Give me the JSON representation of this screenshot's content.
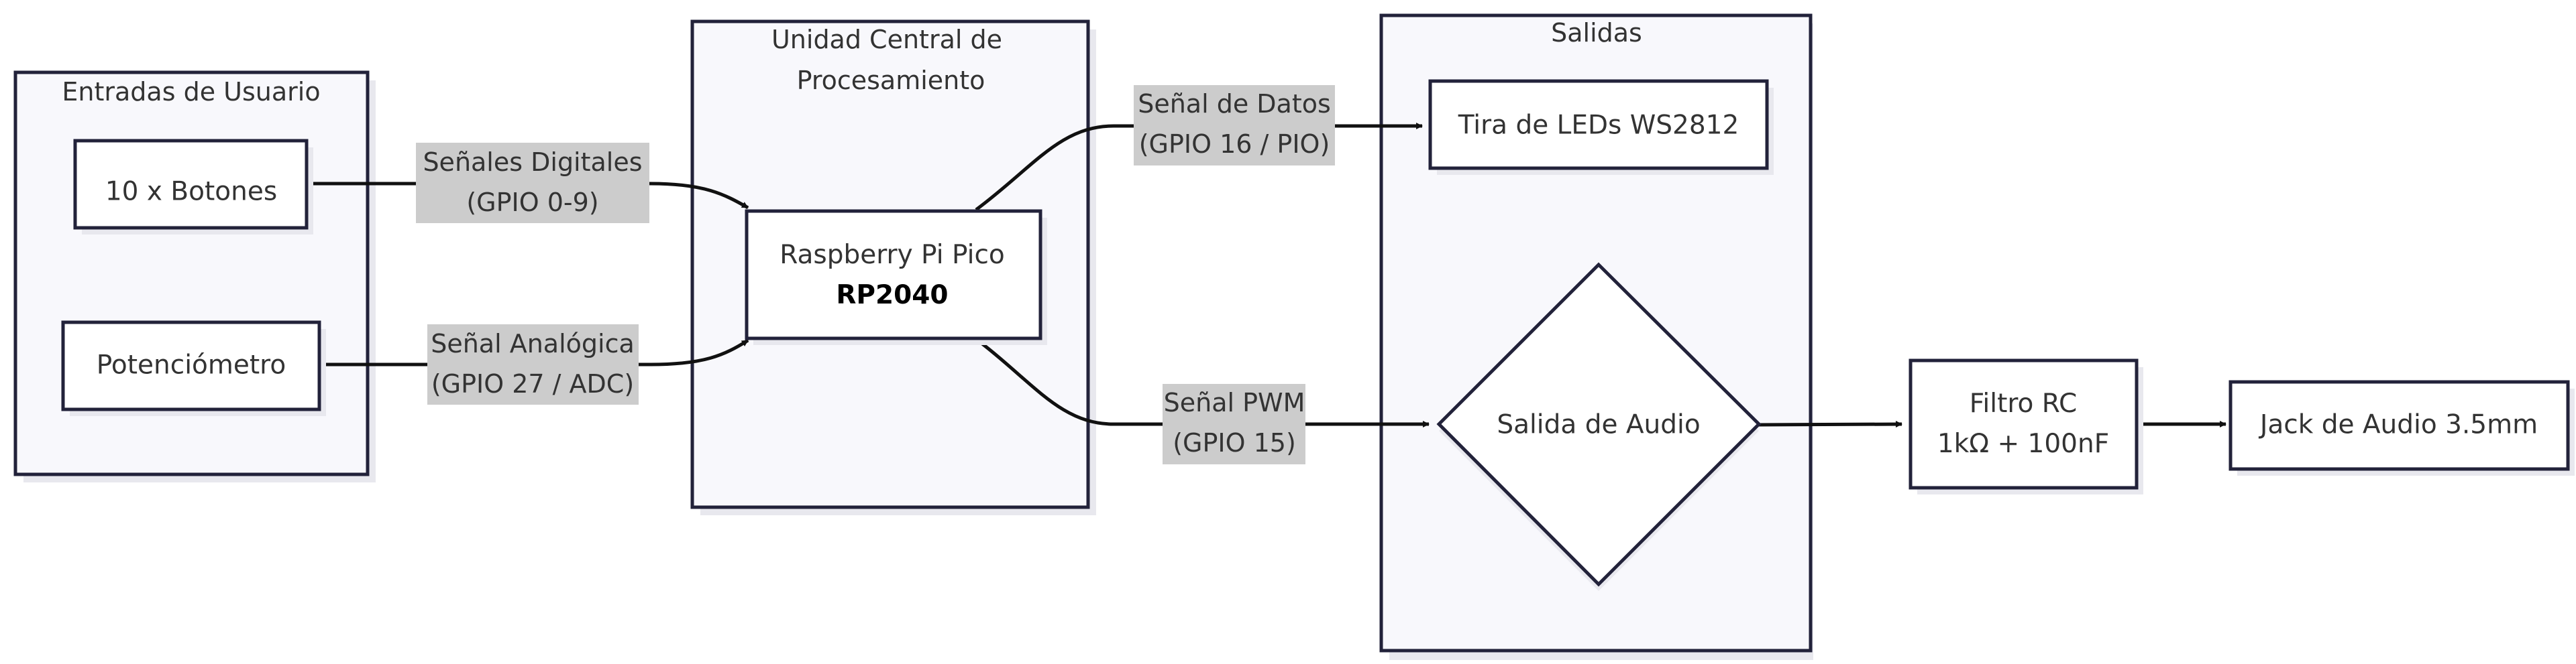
{
  "clusters": {
    "inputs": {
      "title": "Entradas de Usuario"
    },
    "cpu": {
      "title_line1": "Unidad Central de",
      "title_line2": "Procesamiento"
    },
    "outputs": {
      "title": "Salidas"
    }
  },
  "nodes": {
    "buttons": {
      "label": "10 x Botones"
    },
    "potentiometer": {
      "label": "Potenciómetro"
    },
    "pico": {
      "line1": "Raspberry Pi Pico",
      "line2": "RP2040"
    },
    "leds": {
      "label": "Tira de LEDs WS2812"
    },
    "audio_out": {
      "label": "Salida de Audio"
    },
    "filter": {
      "line1": "Filtro RC",
      "line2": "1kΩ + 100nF"
    },
    "jack": {
      "label": "Jack de Audio 3.5mm"
    }
  },
  "edges": {
    "digital": {
      "line1": "Señales Digitales",
      "line2": "(GPIO 0-9)"
    },
    "analog": {
      "line1": "Señal Analógica",
      "line2": "(GPIO 27 / ADC)"
    },
    "data": {
      "line1": "Señal de Datos",
      "line2": "(GPIO 16 / PIO)"
    },
    "pwm": {
      "line1": "Señal PWM",
      "line2": "(GPIO 15)"
    }
  },
  "colors": {
    "cluster_fill": "#f8f8fc",
    "node_stroke": "#22223a",
    "label_bg": "#cccccc",
    "shadow": "#e8e8ee"
  }
}
